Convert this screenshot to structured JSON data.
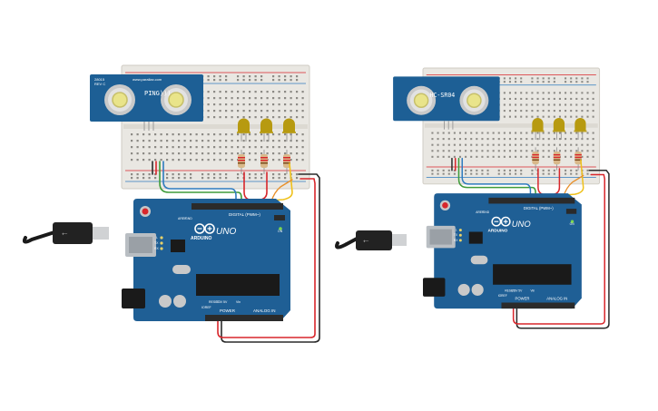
{
  "circuits": [
    {
      "sensor_name": "PING)))",
      "sensor_model": "28015",
      "sensor_rev": "REV C",
      "sensor_url": "www.parallax.com",
      "led_color": "#b79a10",
      "board_name": "UNO",
      "board_brand": "ARDUINO",
      "digital_label": "DIGITAL (PWM~)",
      "power_label": "POWER",
      "analog_label": "ANALOG IN",
      "on_label": "ON",
      "aref_label": "AREF",
      "gnd_label": "GND",
      "l_label": "L",
      "tx_label": "TX",
      "rx_label": "RX",
      "ioref_label": "IOREF",
      "reset_label": "RESET",
      "v33_label": "3.3V",
      "v5_label": "5V",
      "vin_label": "Vin"
    },
    {
      "sensor_name": "HC-SR04",
      "sensor_model": "",
      "sensor_rev": "",
      "sensor_url": "",
      "led_color": "#1c6fa8",
      "board_name": "UNO",
      "board_brand": "ARDUINO",
      "digital_label": "DIGITAL (PWM~)",
      "power_label": "POWER",
      "analog_label": "ANALOG IN",
      "on_label": "ON",
      "aref_label": "AREF",
      "gnd_label": "GND",
      "l_label": "L",
      "tx_label": "TX",
      "rx_label": "RX",
      "ioref_label": "IOREF",
      "reset_label": "RESET",
      "v33_label": "3.3V",
      "v5_label": "5V",
      "vin_label": "Vin"
    }
  ],
  "colors": {
    "board": "#1f5f95",
    "board_dark": "#164a77",
    "breadboard": "#e9e7e2",
    "sensor_pcb": "#1d5f95",
    "wire_red": "#d8262b",
    "wire_black": "#2b2b2b",
    "wire_green": "#3f9b3a",
    "wire_blue": "#2f7bbf",
    "wire_yellow": "#efc11b"
  }
}
